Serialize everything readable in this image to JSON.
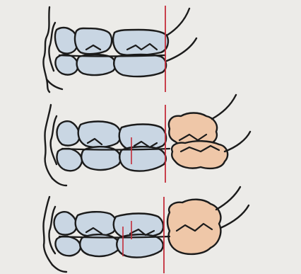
{
  "figure": {
    "panel_count": 3,
    "colors": {
      "background": "#ecebe8",
      "tooth_fill": "#c9d6e3",
      "shifted_tooth_fill": "#efc7a8",
      "outline": "#1b1b1b",
      "reference_line": "#c42d3a"
    },
    "panels": [
      {
        "name": "top-panel",
        "has_shifted_molar": false
      },
      {
        "name": "middle-panel",
        "has_shifted_molar": true
      },
      {
        "name": "bottom-panel",
        "has_shifted_molar": true
      }
    ]
  }
}
